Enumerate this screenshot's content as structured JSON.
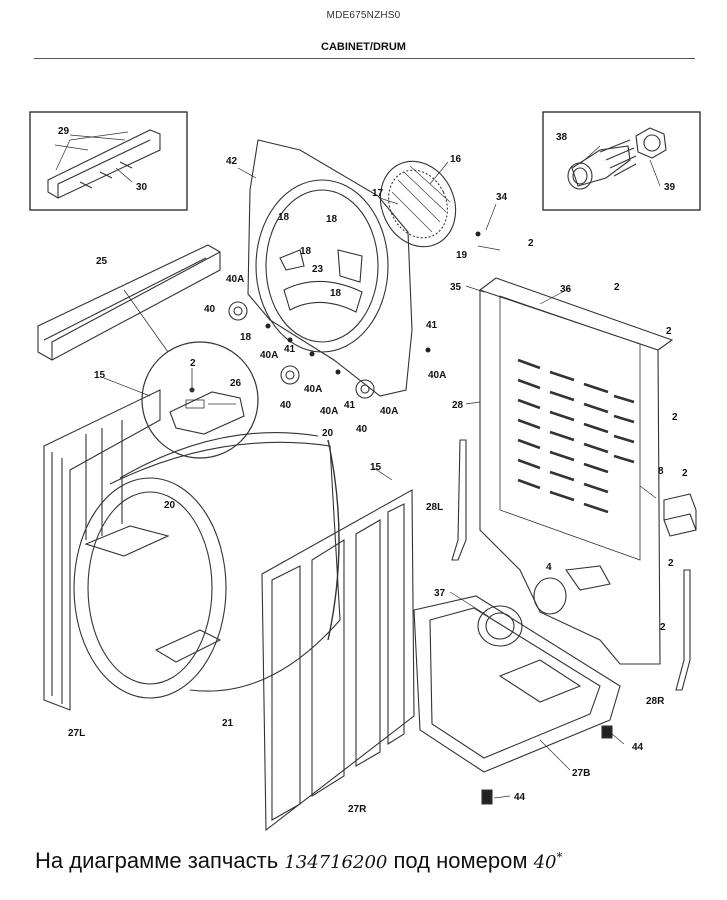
{
  "header": {
    "model": "MDE675NZHS0",
    "section": "CABINET/DRUM"
  },
  "labels": {
    "p2": "2",
    "p4": "4",
    "p8": "8",
    "p15": "15",
    "p16": "16",
    "p17": "17",
    "p18": "18",
    "p19": "19",
    "p20": "20",
    "p21": "21",
    "p23": "23",
    "p25": "25",
    "p26": "26",
    "p27L": "27L",
    "p27R": "27R",
    "p27B": "27B",
    "p28": "28",
    "p28L": "28L",
    "p28R": "28R",
    "p29": "29",
    "p30": "30",
    "p34": "34",
    "p35": "35",
    "p36": "36",
    "p37": "37",
    "p38": "38",
    "p39": "39",
    "p40": "40",
    "p40A": "40A",
    "p41": "41",
    "p42": "42",
    "p44": "44"
  },
  "caption": {
    "prefix": "На диаграмме запчасть",
    "part_number": "134716200",
    "middle": "под номером",
    "item": "40",
    "mark": "*"
  }
}
